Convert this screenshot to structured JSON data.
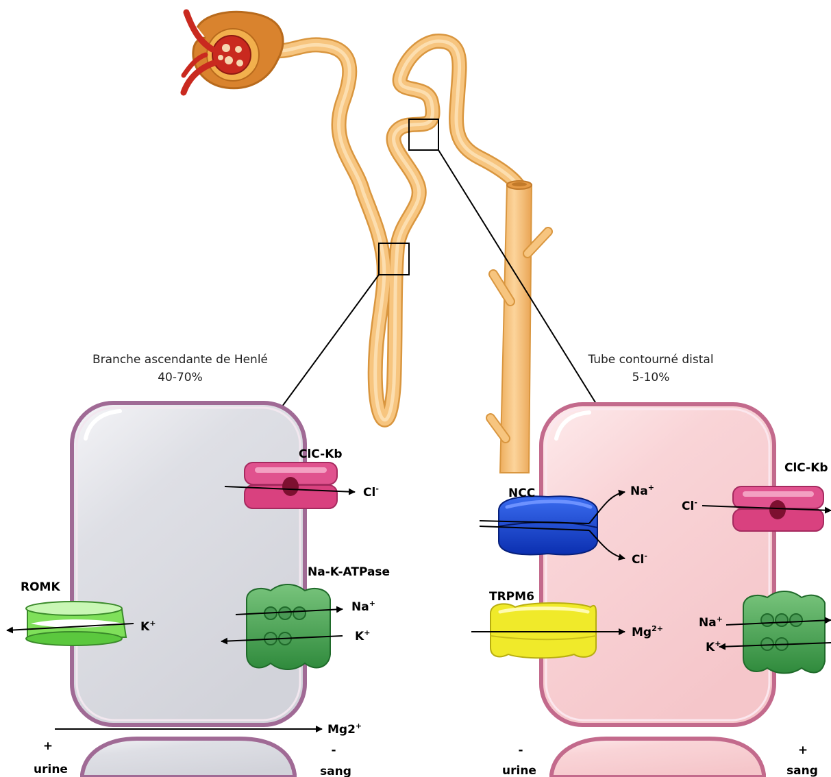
{
  "sections": {
    "left_title": "Branche ascendante de Henlé",
    "left_pct": "40-70%",
    "right_title": "Tube contourné distal",
    "right_pct": "5-10%"
  },
  "left_cell": {
    "clckb": "ClC-Kb",
    "cl": "Cl",
    "cl_sup": "-",
    "nak": "Na-K-ATPase",
    "na": "Na",
    "na_sup": "+",
    "k": "K",
    "k_sup": "+",
    "romk": "ROMK",
    "romk_k": "K",
    "romk_k_sup": "+",
    "mg": "Mg2",
    "mg_sup": "+"
  },
  "left_bottom": {
    "plus": "+",
    "urine": "urine",
    "minus": "-",
    "sang": "sang"
  },
  "right_cell": {
    "ncc": "NCC",
    "na": "Na",
    "na_sup": "+",
    "cl": "Cl",
    "cl_sup": "-",
    "trpm6": "TRPM6",
    "mg": "Mg",
    "mg_sup": "2+",
    "clckb": "ClC-Kb",
    "cl2": "Cl",
    "cl2_sup": "-",
    "na2": "Na",
    "na2_sup": "+",
    "k2": "K",
    "k2_sup": "+"
  },
  "right_bottom": {
    "minus": "-",
    "urine": "urine",
    "plus": "+",
    "sang": "sang"
  },
  "colors": {
    "tubule": "#f7c57f",
    "tubule_edge": "#d9963f",
    "left_cell_fill": "#dcdde3",
    "left_cell_edge": "#a06a95",
    "right_cell_fill": "#f8d3d6",
    "right_cell_edge": "#c36a8c",
    "clc": "#e0528e",
    "nak": "#3f9a4b",
    "romk": "#7fe05a",
    "ncc": "#1846d8",
    "trpm6": "#f0ea2a",
    "glomerulus": "#d9832e"
  }
}
